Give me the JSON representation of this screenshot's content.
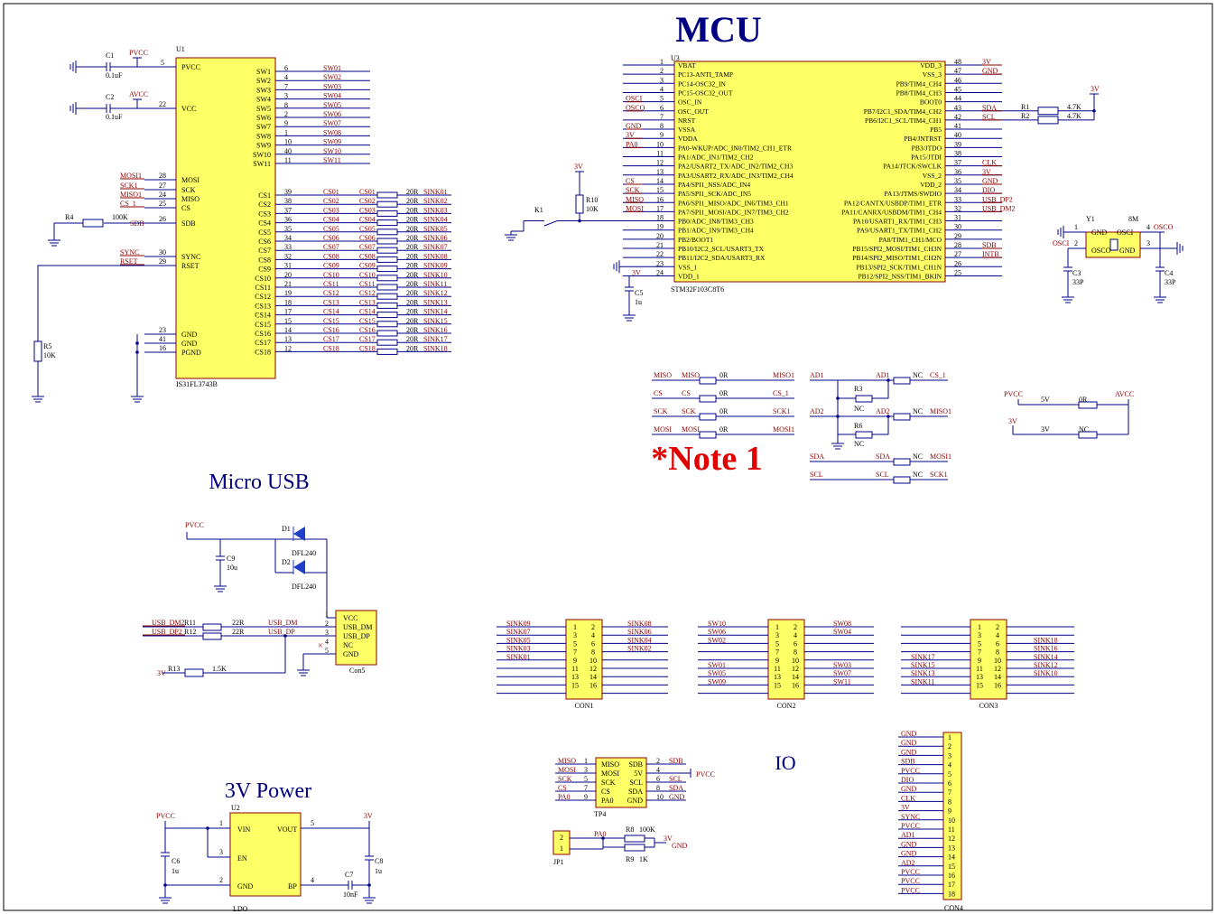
{
  "sections": {
    "mcu": "MCU",
    "micro_usb": "Micro USB",
    "power": "3V Power",
    "io": "IO",
    "note": "*Note 1"
  },
  "colors": {
    "line": "#00008b",
    "net": "#8b0000",
    "fill": "#ffff66",
    "title": "#000080",
    "note": "#e00000",
    "diode": "#1e3fc8"
  },
  "u1": {
    "ref": "U1",
    "part": "IS31FL3743B",
    "left_pins": [
      {
        "num": "5",
        "name": "PVCC"
      },
      {
        "num": "22",
        "name": "VCC"
      },
      {
        "num": "28",
        "name": "MOSI"
      },
      {
        "num": "27",
        "name": "SCK"
      },
      {
        "num": "24",
        "name": "MISO"
      },
      {
        "num": "25",
        "name": "CS"
      },
      {
        "num": "26",
        "name": "SDB"
      },
      {
        "num": "30",
        "name": "SYNC"
      },
      {
        "num": "29",
        "name": "RSET"
      },
      {
        "num": "23",
        "name": "GND"
      },
      {
        "num": "41",
        "name": "GND"
      },
      {
        "num": "16",
        "name": "PGND"
      }
    ],
    "left_nets": [
      "MOSI1",
      "SCK1",
      "MISO1",
      "CS_1",
      "SYNC",
      "RSET",
      "SDB"
    ],
    "sw": [
      {
        "num": "6",
        "name": "SW1",
        "net": "SW01"
      },
      {
        "num": "4",
        "name": "SW2",
        "net": "SW02"
      },
      {
        "num": "7",
        "name": "SW3",
        "net": "SW03"
      },
      {
        "num": "3",
        "name": "SW4",
        "net": "SW04"
      },
      {
        "num": "8",
        "name": "SW5",
        "net": "SW05"
      },
      {
        "num": "2",
        "name": "SW6",
        "net": "SW06"
      },
      {
        "num": "9",
        "name": "SW7",
        "net": "SW07"
      },
      {
        "num": "1",
        "name": "SW8",
        "net": "SW08"
      },
      {
        "num": "10",
        "name": "SW9",
        "net": "SW09"
      },
      {
        "num": "40",
        "name": "SW10",
        "net": "SW10"
      },
      {
        "num": "11",
        "name": "SW11",
        "net": "SW11"
      }
    ],
    "cs": [
      {
        "num": "39",
        "name": "CS1",
        "net": "CS01",
        "sink": "SINK01"
      },
      {
        "num": "38",
        "name": "CS2",
        "net": "CS02",
        "sink": "SINK02"
      },
      {
        "num": "37",
        "name": "CS3",
        "net": "CS03",
        "sink": "SINK03"
      },
      {
        "num": "36",
        "name": "CS4",
        "net": "CS04",
        "sink": "SINK04"
      },
      {
        "num": "35",
        "name": "CS5",
        "net": "CS05",
        "sink": "SINK05"
      },
      {
        "num": "34",
        "name": "CS6",
        "net": "CS06",
        "sink": "SINK06"
      },
      {
        "num": "33",
        "name": "CS7",
        "net": "CS07",
        "sink": "SINK07"
      },
      {
        "num": "32",
        "name": "CS8",
        "net": "CS08",
        "sink": "SINK08"
      },
      {
        "num": "31",
        "name": "CS9",
        "net": "CS09",
        "sink": "SINK09"
      },
      {
        "num": "20",
        "name": "CS10",
        "net": "CS10",
        "sink": "SINK10"
      },
      {
        "num": "21",
        "name": "CS11",
        "net": "CS11",
        "sink": "SINK11"
      },
      {
        "num": "19",
        "name": "CS12",
        "net": "CS12",
        "sink": "SINK12"
      },
      {
        "num": "18",
        "name": "CS13",
        "net": "CS13",
        "sink": "SINK13"
      },
      {
        "num": "17",
        "name": "CS14",
        "net": "CS14",
        "sink": "SINK14"
      },
      {
        "num": "15",
        "name": "CS15",
        "net": "CS15",
        "sink": "SINK15"
      },
      {
        "num": "14",
        "name": "CS16",
        "net": "CS16",
        "sink": "SINK16"
      },
      {
        "num": "13",
        "name": "CS17",
        "net": "CS17",
        "sink": "SINK17"
      },
      {
        "num": "12",
        "name": "CS18",
        "net": "CS18",
        "sink": "SINK18"
      }
    ],
    "res_val": "20R",
    "c1": {
      "ref": "C1",
      "val": "0.1uF",
      "net": "PVCC"
    },
    "c2": {
      "ref": "C2",
      "val": "0.1uF",
      "net": "AVCC"
    },
    "r4": {
      "ref": "R4",
      "val": "100K"
    },
    "r5": {
      "ref": "R5",
      "val": "10K"
    }
  },
  "u3": {
    "ref": "U3",
    "part": "STM32F103C8T6",
    "left": [
      {
        "num": "1",
        "name": "VBAT",
        "net": ""
      },
      {
        "num": "2",
        "name": "PC13-ANTI_TAMP",
        "net": ""
      },
      {
        "num": "3",
        "name": "PC14-OSC32_IN",
        "net": ""
      },
      {
        "num": "4",
        "name": "PC15-OSC32_OUT",
        "net": ""
      },
      {
        "num": "5",
        "name": "OSC_IN",
        "net": "OSCI"
      },
      {
        "num": "6",
        "name": "OSC_OUT",
        "net": "OSCO"
      },
      {
        "num": "7",
        "name": "NRST",
        "net": ""
      },
      {
        "num": "8",
        "name": "VSSA",
        "net": "GND"
      },
      {
        "num": "9",
        "name": "VDDA",
        "net": "3V"
      },
      {
        "num": "10",
        "name": "PA0-WKUP/ADC_IN0/TIM2_CH1_ETR",
        "net": "PA0"
      },
      {
        "num": "11",
        "name": "PA1/ADC_IN1/TIM2_CH2",
        "net": ""
      },
      {
        "num": "12",
        "name": "PA2/USART2_TX/ADC_IN2/TIM2_CH3",
        "net": ""
      },
      {
        "num": "13",
        "name": "PA3/USART2_RX/ADC_IN3/TIM2_CH4",
        "net": ""
      },
      {
        "num": "14",
        "name": "PA4/SPI1_NSS/ADC_IN4",
        "net": "CS"
      },
      {
        "num": "15",
        "name": "PA5/SPI1_SCK/ADC_IN5",
        "net": "SCK"
      },
      {
        "num": "16",
        "name": "PA6/SPI1_MISO/ADC_IN6/TIM3_CH1",
        "net": "MISO"
      },
      {
        "num": "17",
        "name": "PA7/SPI1_MOSI/ADC_IN7/TIM3_CH2",
        "net": "MOSI"
      },
      {
        "num": "18",
        "name": "PB0/ADC_IN8/TIM3_CH3",
        "net": ""
      },
      {
        "num": "19",
        "name": "PB1/ADC_IN9/TIM3_CH4",
        "net": ""
      },
      {
        "num": "20",
        "name": "PB2/BOOT1",
        "net": ""
      },
      {
        "num": "21",
        "name": "PB10/I2C2_SCL/USART3_TX",
        "net": ""
      },
      {
        "num": "22",
        "name": "PB11/I2C2_SDA/USART3_RX",
        "net": ""
      },
      {
        "num": "23",
        "name": "VSS_1",
        "net": ""
      },
      {
        "num": "24",
        "name": "VDD_1",
        "net": ""
      }
    ],
    "right": [
      {
        "num": "48",
        "name": "VDD_3",
        "net": "3V"
      },
      {
        "num": "47",
        "name": "VSS_3",
        "net": "GND"
      },
      {
        "num": "46",
        "name": "PB9/TIM4_CH4",
        "net": ""
      },
      {
        "num": "45",
        "name": "PB8/TIM4_CH3",
        "net": ""
      },
      {
        "num": "44",
        "name": "BOOT0",
        "net": ""
      },
      {
        "num": "43",
        "name": "PB7/I2C1_SDA/TIM4_CH2",
        "net": "SDA"
      },
      {
        "num": "42",
        "name": "PB6/I2C1_SCL/TIM4_CH1",
        "net": "SCL"
      },
      {
        "num": "41",
        "name": "PB5",
        "net": ""
      },
      {
        "num": "40",
        "name": "PB4/JNTRST",
        "net": ""
      },
      {
        "num": "39",
        "name": "PB3/JTDO",
        "net": ""
      },
      {
        "num": "38",
        "name": "PA15/JTDI",
        "net": ""
      },
      {
        "num": "37",
        "name": "PA14/JTCK/SWCLK",
        "net": "CLK"
      },
      {
        "num": "36",
        "name": "VSS_2",
        "net": "3V"
      },
      {
        "num": "35",
        "name": "VDD_2",
        "net": "GND"
      },
      {
        "num": "34",
        "name": "PA13/JTMS/SWDIO",
        "net": "DIO"
      },
      {
        "num": "33",
        "name": "PA12/CANTX/USBDP/TIM1_ETR",
        "net": "USB_DP2"
      },
      {
        "num": "32",
        "name": "PA11/CANRX/USBDM/TIM1_CH4",
        "net": "USB_DM2"
      },
      {
        "num": "31",
        "name": "PA10/USART1_RX/TIM1_CH3",
        "net": ""
      },
      {
        "num": "30",
        "name": "PA9/USART1_TX/TIM1_CH2",
        "net": ""
      },
      {
        "num": "29",
        "name": "PA8/TIM1_CH1/MCO",
        "net": ""
      },
      {
        "num": "28",
        "name": "PB15/SPI2_MOSI/TIM1_CH3N",
        "net": "SDB"
      },
      {
        "num": "27",
        "name": "PB14/SPI2_MISO/TIM1_CH2N",
        "net": "INTB"
      },
      {
        "num": "26",
        "name": "PB13/SPI2_SCK/TIM1_CH1N",
        "net": ""
      },
      {
        "num": "25",
        "name": "PB12/SPI2_NSS/TIM1_BKIN",
        "net": ""
      }
    ],
    "r1": {
      "ref": "R1",
      "val": "4.7K"
    },
    "r2": {
      "ref": "R2",
      "val": "4.7K"
    },
    "r10": {
      "ref": "R10",
      "val": "10K"
    },
    "k1": "K1",
    "c5": {
      "ref": "C5",
      "val": "1u"
    },
    "net_3v": "3V"
  },
  "crystal": {
    "ref": "Y1",
    "val": "8M",
    "pin1": "1",
    "pin2": "2",
    "pin3": "3",
    "pin4": "4",
    "gnd": "GND",
    "osci": "OSCI",
    "osco": "OSCO",
    "c3": {
      "ref": "C3",
      "val": "33P"
    },
    "c4": {
      "ref": "C4",
      "val": "33P"
    }
  },
  "jumpers": {
    "spi": [
      {
        "a": "MISO",
        "b": "MISO",
        "r": "0R",
        "c": "MISO1"
      },
      {
        "a": "CS",
        "b": "CS",
        "r": "0R",
        "c": "CS_1"
      },
      {
        "a": "SCK",
        "b": "SCK",
        "r": "0R",
        "c": "SCK1"
      },
      {
        "a": "MOSI",
        "b": "MOSI",
        "r": "0R",
        "c": "MOSI1"
      }
    ],
    "ad1": "AD1",
    "ad2": "AD2",
    "nc": "NC",
    "cs_1": "CS_1",
    "miso1": "MISO1",
    "r3": "R3",
    "r6": "R6",
    "sda": "SDA",
    "scl": "SCL",
    "mosi1": "MOSI1",
    "sck1": "SCK1",
    "pvcc": "PVCC",
    "avcc": "AVCC",
    "v5": "5V",
    "v3": "3V",
    "r0": "0R"
  },
  "usb": {
    "pvcc": "PVCC",
    "c9": {
      "ref": "C9",
      "val": "10u"
    },
    "d1": {
      "ref": "D1",
      "val": "DFL240"
    },
    "d2": {
      "ref": "D2",
      "val": "DFL240"
    },
    "usb_dm2": "USB_DM2",
    "usb_dp2": "USB_DP2",
    "r11": "R11",
    "r12": "R12",
    "r_val": "22R",
    "usb_dm": "USB_DM",
    "usb_dp": "USB_DP",
    "r13": "R13",
    "r13_val": "1.5K",
    "v3": "3V",
    "con5": {
      "ref": "Con5",
      "pins": [
        "VCC",
        "USB_DM",
        "USB_DP",
        "NC",
        "GND"
      ],
      "nums": [
        "1",
        "2",
        "3",
        "4",
        "5"
      ]
    }
  },
  "headers": [
    {
      "ref": "CON1",
      "left": [
        "SINK09",
        "SINK07",
        "SINK05",
        "SINK03",
        "SINK01",
        "",
        "",
        "",
        ""
      ],
      "right": [
        "SINK08",
        "SINK06",
        "SINK04",
        "SINK02",
        "",
        "",
        "",
        "",
        ""
      ]
    },
    {
      "ref": "CON2",
      "left": [
        "SW10",
        "SW06",
        "SW02",
        "",
        "",
        "SW01",
        "SW05",
        "SW09",
        ""
      ],
      "right": [
        "SW08",
        "SW04",
        "",
        "",
        "",
        "SW03",
        "SW07",
        "SW11",
        ""
      ]
    },
    {
      "ref": "CON3",
      "left": [
        "",
        "",
        "",
        "",
        "SINK17",
        "SINK15",
        "SINK13",
        "SINK11",
        ""
      ],
      "right": [
        "",
        "",
        "SINK18",
        "SINK16",
        "SINK14",
        "SINK12",
        "SINK10",
        "",
        ""
      ]
    }
  ],
  "header_nums": {
    "odd": [
      "1",
      "3",
      "5",
      "7",
      "9",
      "11",
      "13",
      "15"
    ],
    "even": [
      "2",
      "4",
      "6",
      "8",
      "10",
      "12",
      "14",
      "16"
    ]
  },
  "power": {
    "ref": "U2",
    "part": "LDO",
    "vin": "VIN",
    "en": "EN",
    "gnd": "GND",
    "vout": "VOUT",
    "bp": "BP",
    "p1": "1",
    "p3": "3",
    "p2": "2",
    "p5": "5",
    "p4": "4",
    "pvcc": "PVCC",
    "v3": "3V",
    "c6": {
      "ref": "C6",
      "val": "1u"
    },
    "c8": {
      "ref": "C8",
      "val": "1u"
    },
    "c7": {
      "ref": "C7",
      "val": "10nF"
    }
  },
  "tp4": {
    "ref": "TP4",
    "left": [
      {
        "net": "MISO",
        "num": "1",
        "name": "MISO"
      },
      {
        "net": "MOSI",
        "num": "3",
        "name": "MOSI"
      },
      {
        "net": "SCK",
        "num": "5",
        "name": "SCK"
      },
      {
        "net": "CS",
        "num": "7",
        "name": "CS"
      },
      {
        "net": "PA0",
        "num": "9",
        "name": "PA0"
      }
    ],
    "right": [
      {
        "name": "SDB",
        "num": "2",
        "net": "SDB"
      },
      {
        "name": "5V",
        "num": "4",
        "net": ""
      },
      {
        "name": "SCL",
        "num": "6",
        "net": "SCL"
      },
      {
        "name": "SDA",
        "num": "8",
        "net": "SDA"
      },
      {
        "name": "GND",
        "num": "10",
        "net": "GND"
      }
    ],
    "pvcc": "PVCC"
  },
  "jp1": {
    "ref": "JP1",
    "p2": "2",
    "p1": "1",
    "pa0": "PA0",
    "r8": "R8",
    "r8v": "100K",
    "r9": "R9",
    "r9v": "1K",
    "v3": "3V",
    "gnd": "GND"
  },
  "con4": {
    "ref": "CON4",
    "nets": [
      "GND",
      "GND",
      "GND",
      "SDB",
      "PVCC",
      "DIO",
      "GND",
      "CLK",
      "3V",
      "SYNC",
      "PVCC",
      "AD1",
      "GND",
      "GND",
      "AD2",
      "PVCC",
      "PVCC",
      "PVCC"
    ],
    "nums": [
      "1",
      "2",
      "3",
      "4",
      "5",
      "6",
      "7",
      "8",
      "9",
      "10",
      "11",
      "12",
      "13",
      "14",
      "15",
      "16",
      "17",
      "18"
    ]
  }
}
